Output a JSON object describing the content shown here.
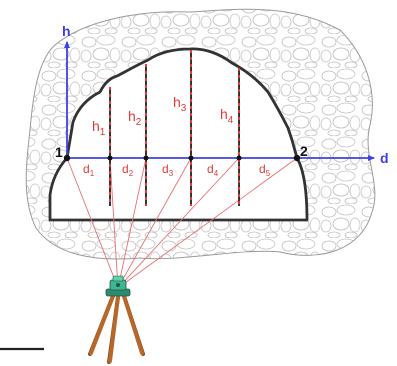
{
  "axes": {
    "vertical": "h",
    "horizontal": "d"
  },
  "points": {
    "left": "1",
    "right": "2"
  },
  "heights": [
    {
      "base": "h",
      "sub": "1"
    },
    {
      "base": "h",
      "sub": "2"
    },
    {
      "base": "h",
      "sub": "3"
    },
    {
      "base": "h",
      "sub": "4"
    }
  ],
  "distances": [
    {
      "base": "d",
      "sub": "1"
    },
    {
      "base": "d",
      "sub": "2"
    },
    {
      "base": "d",
      "sub": "3"
    },
    {
      "base": "d",
      "sub": "4"
    },
    {
      "base": "d",
      "sub": "5"
    }
  ],
  "colors": {
    "axis": "#3f3fe6",
    "rays": "#e87070",
    "labels": "#e03a3a",
    "outline": "#333333",
    "instrument": "#3fb58f",
    "tripod": "#b5682a"
  },
  "icons": {
    "instrument": "total-station-icon"
  }
}
